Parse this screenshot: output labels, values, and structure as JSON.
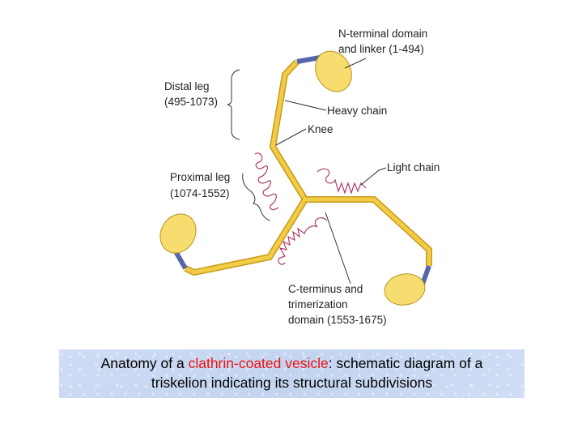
{
  "colors": {
    "heavy_chain": "#f2cc45",
    "heavy_chain_edge": "#c79a1c",
    "linker": "#5566aa",
    "domain_fill": "#f7dc6f",
    "domain_edge": "#b8951f",
    "light_chain": "#b03a6a",
    "leader": "#333333",
    "caption_highlight": "#ee1111"
  },
  "labels": {
    "n_terminal_line1": "N-terminal domain",
    "n_terminal_line2": "and linker (1-494)",
    "distal_leg_line1": "Distal leg",
    "distal_leg_line2": "(495-1073)",
    "heavy_chain": "Heavy chain",
    "knee": "Knee",
    "proximal_leg_line1": "Proximal leg",
    "proximal_leg_line2": "(1074-1552)",
    "light_chain": "Light chain",
    "c_terminus_line1": "C-terminus and",
    "c_terminus_line2": "trimerization",
    "c_terminus_line3": "domain (1553-1675)"
  },
  "caption": {
    "part1": "Anatomy of a ",
    "highlight": "clathrin-coated vesicle",
    "part2": ":  schematic diagram of a",
    "line2": "triskelion indicating its structural subdivisions"
  }
}
